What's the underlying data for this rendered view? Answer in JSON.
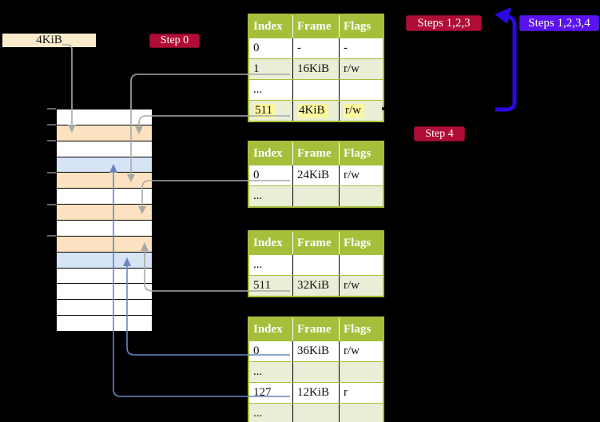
{
  "diagram_title": "page-table translation diagram",
  "page_box": {
    "label": "4KiB"
  },
  "badges": {
    "step0": {
      "label": "Step 0"
    },
    "steps123": {
      "label": "Steps 1,2,3"
    },
    "steps1234": {
      "label": "Steps 1,2,3,4"
    },
    "step4": {
      "label": "Step 4"
    }
  },
  "tables": [
    {
      "id": "page-table-1",
      "headers": [
        "Index",
        "Frame",
        "Flags"
      ],
      "rows": [
        {
          "cells": [
            "0",
            "-",
            "-"
          ],
          "shaded": false,
          "highlight": false
        },
        {
          "cells": [
            "1",
            "16KiB",
            "r/w"
          ],
          "shaded": true,
          "highlight": false
        },
        {
          "cells": [
            "...",
            "",
            ""
          ],
          "shaded": false,
          "highlight": false
        },
        {
          "cells": [
            "511",
            "4KiB",
            "r/w"
          ],
          "shaded": true,
          "highlight": true
        }
      ]
    },
    {
      "id": "page-table-2",
      "headers": [
        "Index",
        "Frame",
        "Flags"
      ],
      "rows": [
        {
          "cells": [
            "0",
            "24KiB",
            "r/w"
          ],
          "shaded": false,
          "highlight": false
        },
        {
          "cells": [
            "...",
            "",
            ""
          ],
          "shaded": true,
          "highlight": false
        }
      ]
    },
    {
      "id": "page-table-3",
      "headers": [
        "Index",
        "Frame",
        "Flags"
      ],
      "rows": [
        {
          "cells": [
            "...",
            "",
            ""
          ],
          "shaded": false,
          "highlight": false
        },
        {
          "cells": [
            "511",
            "32KiB",
            "r/w"
          ],
          "shaded": true,
          "highlight": false
        }
      ]
    },
    {
      "id": "page-table-4",
      "headers": [
        "Index",
        "Frame",
        "Flags"
      ],
      "rows": [
        {
          "cells": [
            "0",
            "36KiB",
            "r/w"
          ],
          "shaded": false,
          "highlight": false
        },
        {
          "cells": [
            "...",
            "",
            ""
          ],
          "shaded": true,
          "highlight": false
        },
        {
          "cells": [
            "127",
            "12KiB",
            "r"
          ],
          "shaded": false,
          "highlight": false
        },
        {
          "cells": [
            "...",
            "",
            ""
          ],
          "shaded": true,
          "highlight": false
        }
      ]
    }
  ],
  "memory_stack": {
    "rows": [
      "white",
      "peach",
      "white",
      "blue",
      "peach",
      "white",
      "peach",
      "white",
      "peach",
      "blue",
      "white",
      "white",
      "white",
      "white"
    ]
  },
  "colors": {
    "table_green": "#a5bf3b",
    "row_green": "#e9eed6",
    "highlight_yellow": "#fcf7a0",
    "peach_row": "#fce2c0",
    "blue_row": "#d6e4f6",
    "wheat_box": "#faecca",
    "crimson_badge": "#b00d36",
    "violet_badge": "#5a12ee",
    "loop_arrow_blue": "#2d07e2",
    "connector_gray": "#a9a9a9",
    "connector_blue": "#6787c2"
  }
}
